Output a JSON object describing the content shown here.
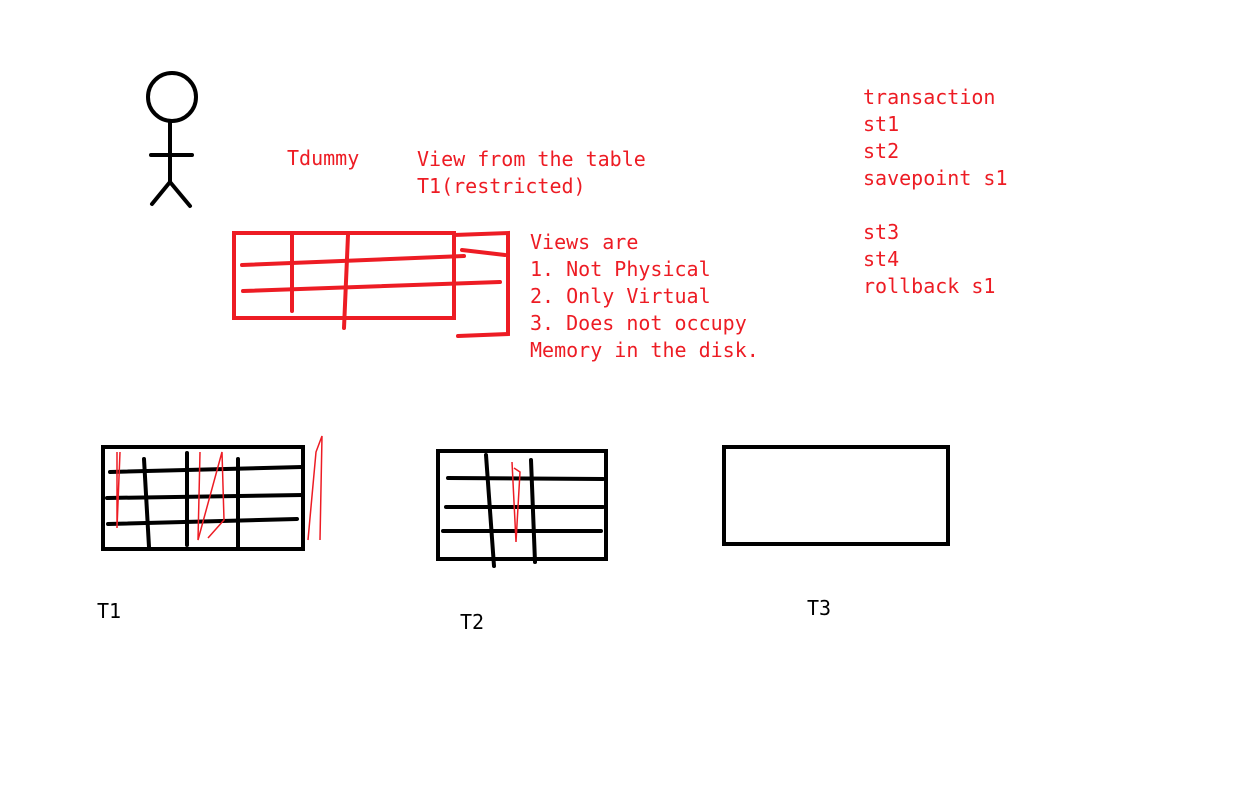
{
  "colors": {
    "ink_red": "#ed1c24",
    "ink_black": "#000000",
    "background": "#ffffff"
  },
  "icons": {
    "person": "stick-figure-icon"
  },
  "labels": {
    "tdummy": "Tdummy",
    "view_line1": "View from the table",
    "view_line2": "T1(restricted)",
    "views_heading": "Views are",
    "views_point1": "1. Not Physical",
    "views_point2": "2. Only Virtual",
    "views_point3": "3. Does not occupy",
    "views_point4": "Memory in the disk.",
    "table_t1": "T1",
    "table_t2": "T2",
    "table_t3": "T3"
  },
  "transaction_lines": [
    "transaction",
    "st1",
    "st2",
    "savepoint s1",
    "",
    "st3",
    "st4",
    "rollback s1"
  ]
}
